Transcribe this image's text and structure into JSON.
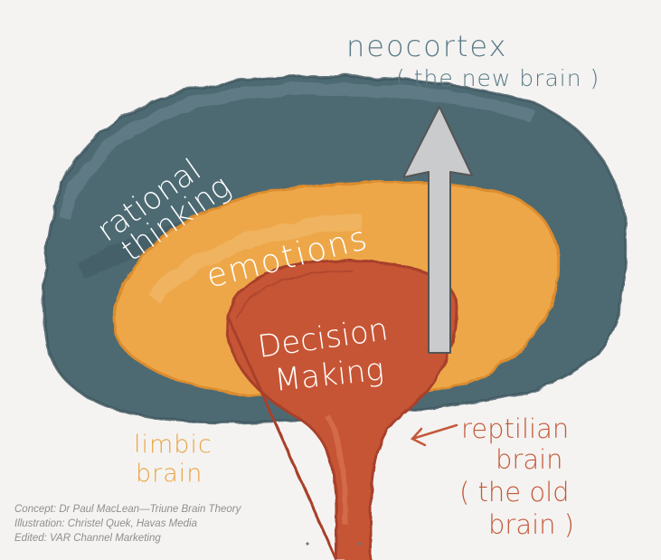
{
  "labels": {
    "neocortex": "neocortex",
    "neocortex_sub": "( the new brain )",
    "rational_line1": "rational",
    "rational_line2": "thinking",
    "emotions": "emotions",
    "decision_line1": "Decision",
    "decision_line2": "Making",
    "limbic_line1": "limbic",
    "limbic_line2": "brain",
    "reptilian_line1": "reptilian",
    "reptilian_line2": "brain",
    "reptilian_line3": "( the old",
    "reptilian_line4": "brain )"
  },
  "credits": {
    "concept": "Concept: Dr Paul MacLean—Triune Brain Theory",
    "illustration": "Illustration: Christel Quek, Havas Media",
    "edited": "Edited: VAR Channel Marketing"
  },
  "colors": {
    "neocortex_fill": "#4d6a73",
    "neocortex_edge": "#3d555e",
    "limbic_fill": "#eda748",
    "limbic_edge": "#dc8d2e",
    "reptilian_fill": "#c65536",
    "reptilian_edge": "#a8412a",
    "arrow_fill": "#c9cbcc",
    "label_blue": "#587a86",
    "label_orange": "#e9a444",
    "label_red": "#c4593a"
  }
}
